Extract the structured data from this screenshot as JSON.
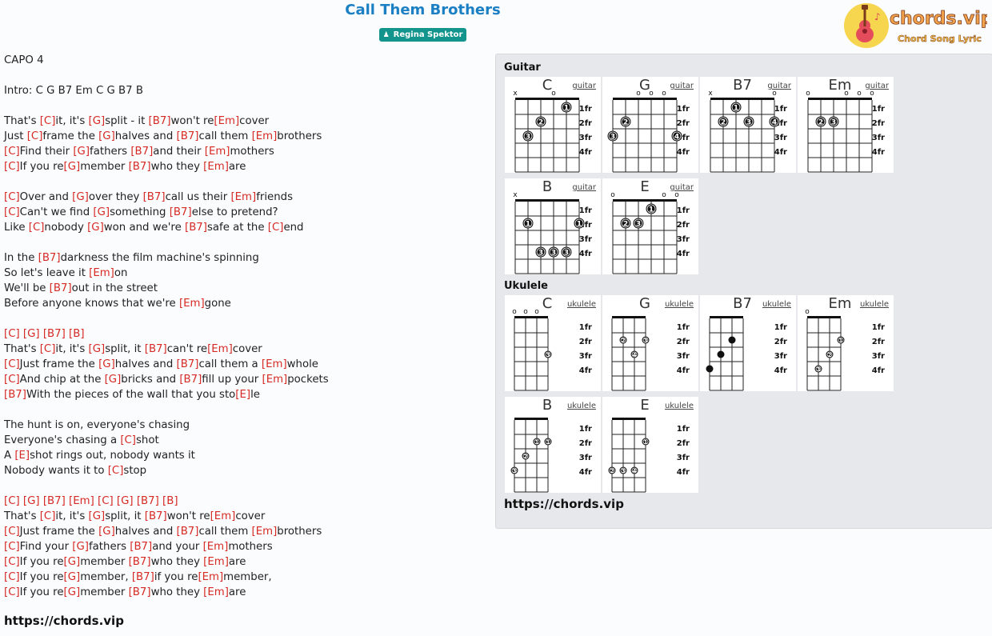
{
  "song": {
    "title": "Call Them Brothers",
    "artist": "Regina Spektor"
  },
  "logo": {
    "brand": "chords.vip",
    "tagline": "Chord Song Lyric"
  },
  "lyrics": [
    [
      {
        "t": "CAPO 4"
      }
    ],
    [],
    [
      {
        "t": "Intro: C G B7 Em C G B7 B"
      }
    ],
    [],
    [
      {
        "t": "That's "
      },
      {
        "c": "[C]"
      },
      {
        "t": "it, it's "
      },
      {
        "c": "[G]"
      },
      {
        "t": "split - it "
      },
      {
        "c": "[B7]"
      },
      {
        "t": "won't re"
      },
      {
        "c": "[Em]"
      },
      {
        "t": "cover"
      }
    ],
    [
      {
        "t": "Just "
      },
      {
        "c": "[C]"
      },
      {
        "t": "frame the "
      },
      {
        "c": "[G]"
      },
      {
        "t": "halves and "
      },
      {
        "c": "[B7]"
      },
      {
        "t": "call them "
      },
      {
        "c": "[Em]"
      },
      {
        "t": "brothers"
      }
    ],
    [
      {
        "c": "[C]"
      },
      {
        "t": "Find their "
      },
      {
        "c": "[G]"
      },
      {
        "t": "fathers "
      },
      {
        "c": "[B7]"
      },
      {
        "t": "and their "
      },
      {
        "c": "[Em]"
      },
      {
        "t": "mothers"
      }
    ],
    [
      {
        "c": "[C]"
      },
      {
        "t": "If you re"
      },
      {
        "c": "[G]"
      },
      {
        "t": "member "
      },
      {
        "c": "[B7]"
      },
      {
        "t": "who they "
      },
      {
        "c": "[Em]"
      },
      {
        "t": "are"
      }
    ],
    [],
    [
      {
        "c": "[C]"
      },
      {
        "t": "Over and "
      },
      {
        "c": "[G]"
      },
      {
        "t": "over they "
      },
      {
        "c": "[B7]"
      },
      {
        "t": "call us their "
      },
      {
        "c": "[Em]"
      },
      {
        "t": "friends"
      }
    ],
    [
      {
        "c": "[C]"
      },
      {
        "t": "Can't we find "
      },
      {
        "c": "[G]"
      },
      {
        "t": "something "
      },
      {
        "c": "[B7]"
      },
      {
        "t": "else to pretend?"
      }
    ],
    [
      {
        "t": "Like "
      },
      {
        "c": "[C]"
      },
      {
        "t": "nobody "
      },
      {
        "c": "[G]"
      },
      {
        "t": "won and we're "
      },
      {
        "c": "[B7]"
      },
      {
        "t": "safe at the "
      },
      {
        "c": "[C]"
      },
      {
        "t": "end"
      }
    ],
    [],
    [
      {
        "t": "In the "
      },
      {
        "c": "[B7]"
      },
      {
        "t": "darkness the film machine's spinning"
      }
    ],
    [
      {
        "t": "So let's leave it "
      },
      {
        "c": "[Em]"
      },
      {
        "t": "on"
      }
    ],
    [
      {
        "t": "We'll be "
      },
      {
        "c": "[B7]"
      },
      {
        "t": "out in the street"
      }
    ],
    [
      {
        "t": "Before anyone knows that we're "
      },
      {
        "c": "[Em]"
      },
      {
        "t": "gone"
      }
    ],
    [],
    [
      {
        "c": "[C]"
      },
      {
        "t": " "
      },
      {
        "c": "[G]"
      },
      {
        "t": " "
      },
      {
        "c": "[B7]"
      },
      {
        "t": " "
      },
      {
        "c": "[B]"
      }
    ],
    [
      {
        "t": "That's "
      },
      {
        "c": "[C]"
      },
      {
        "t": "it, it's "
      },
      {
        "c": "[G]"
      },
      {
        "t": "split, it "
      },
      {
        "c": "[B7]"
      },
      {
        "t": "can't re"
      },
      {
        "c": "[Em]"
      },
      {
        "t": "cover"
      }
    ],
    [
      {
        "c": "[C]"
      },
      {
        "t": "Just frame the "
      },
      {
        "c": "[G]"
      },
      {
        "t": "halves and "
      },
      {
        "c": "[B7]"
      },
      {
        "t": "call them a "
      },
      {
        "c": "[Em]"
      },
      {
        "t": "whole"
      }
    ],
    [
      {
        "c": "[C]"
      },
      {
        "t": "And chip at the "
      },
      {
        "c": "[G]"
      },
      {
        "t": "bricks and "
      },
      {
        "c": "[B7]"
      },
      {
        "t": "fill up your "
      },
      {
        "c": "[Em]"
      },
      {
        "t": "pockets"
      }
    ],
    [
      {
        "c": "[B7]"
      },
      {
        "t": "With the pieces of the wall that you sto"
      },
      {
        "c": "[E]"
      },
      {
        "t": "le"
      }
    ],
    [],
    [
      {
        "t": "The hunt is on, everyone's chasing"
      }
    ],
    [
      {
        "t": "Everyone's chasing a "
      },
      {
        "c": "[C]"
      },
      {
        "t": "shot"
      }
    ],
    [
      {
        "t": "A "
      },
      {
        "c": "[E]"
      },
      {
        "t": "shot rings out, nobody wants it"
      }
    ],
    [
      {
        "t": "Nobody wants it to "
      },
      {
        "c": "[C]"
      },
      {
        "t": "stop"
      }
    ],
    [],
    [
      {
        "c": "[C]"
      },
      {
        "t": " "
      },
      {
        "c": "[G]"
      },
      {
        "t": " "
      },
      {
        "c": "[B7]"
      },
      {
        "t": " "
      },
      {
        "c": "[Em]"
      },
      {
        "t": " "
      },
      {
        "c": "[C]"
      },
      {
        "t": " "
      },
      {
        "c": "[G]"
      },
      {
        "t": " "
      },
      {
        "c": "[B7]"
      },
      {
        "t": " "
      },
      {
        "c": "[B]"
      }
    ],
    [
      {
        "t": "That's "
      },
      {
        "c": "[C]"
      },
      {
        "t": "it, it's "
      },
      {
        "c": "[G]"
      },
      {
        "t": "split, it "
      },
      {
        "c": "[B7]"
      },
      {
        "t": "won't re"
      },
      {
        "c": "[Em]"
      },
      {
        "t": "cover"
      }
    ],
    [
      {
        "c": "[C]"
      },
      {
        "t": "Just frame the "
      },
      {
        "c": "[G]"
      },
      {
        "t": "halves and "
      },
      {
        "c": "[B7]"
      },
      {
        "t": "call them "
      },
      {
        "c": "[Em]"
      },
      {
        "t": "brothers"
      }
    ],
    [
      {
        "c": "[C]"
      },
      {
        "t": "Find your "
      },
      {
        "c": "[G]"
      },
      {
        "t": "fathers "
      },
      {
        "c": "[B7]"
      },
      {
        "t": "and your "
      },
      {
        "c": "[Em]"
      },
      {
        "t": "mothers"
      }
    ],
    [
      {
        "c": "[C]"
      },
      {
        "t": "If you re"
      },
      {
        "c": "[G]"
      },
      {
        "t": "member "
      },
      {
        "c": "[B7]"
      },
      {
        "t": "who they "
      },
      {
        "c": "[Em]"
      },
      {
        "t": "are"
      }
    ],
    [
      {
        "c": "[C]"
      },
      {
        "t": "If you re"
      },
      {
        "c": "[G]"
      },
      {
        "t": "member, "
      },
      {
        "c": "[B7]"
      },
      {
        "t": "if you re"
      },
      {
        "c": "[Em]"
      },
      {
        "t": "member,"
      }
    ],
    [
      {
        "c": "[C]"
      },
      {
        "t": "If you re"
      },
      {
        "c": "[G]"
      },
      {
        "t": "member "
      },
      {
        "c": "[B7]"
      },
      {
        "t": "who they "
      },
      {
        "c": "[Em]"
      },
      {
        "t": "are"
      }
    ]
  ],
  "footer_url": "https://chords.vip",
  "panel": {
    "guitar_label": "Guitar",
    "ukulele_label": "Ukulele",
    "url": "https://chords.vip",
    "fret_labels": [
      "1fr",
      "2fr",
      "3fr",
      "4fr"
    ],
    "guitar_chords": [
      {
        "name": "C",
        "type": "guitar",
        "open": [
          "x",
          "",
          "",
          "o",
          "",
          ""
        ],
        "dots": [
          {
            "s": 4,
            "f": 1,
            "n": "1"
          },
          {
            "s": 2,
            "f": 2,
            "n": "2"
          },
          {
            "s": 1,
            "f": 3,
            "n": "3"
          }
        ]
      },
      {
        "name": "G",
        "type": "guitar",
        "open": [
          "",
          "",
          "o",
          "o",
          "o",
          ""
        ],
        "dots": [
          {
            "s": 1,
            "f": 2,
            "n": "2"
          },
          {
            "s": 0,
            "f": 3,
            "n": "3"
          },
          {
            "s": 5,
            "f": 3,
            "n": "4"
          }
        ]
      },
      {
        "name": "B7",
        "type": "guitar",
        "open": [
          "x",
          "",
          "",
          "",
          "",
          "o"
        ],
        "dots": [
          {
            "s": 2,
            "f": 1,
            "n": "1"
          },
          {
            "s": 1,
            "f": 2,
            "n": "2"
          },
          {
            "s": 3,
            "f": 2,
            "n": "3"
          },
          {
            "s": 5,
            "f": 2,
            "n": "4"
          }
        ]
      },
      {
        "name": "Em",
        "type": "guitar",
        "open": [
          "o",
          "",
          "",
          "o",
          "o",
          "o"
        ],
        "dots": [
          {
            "s": 1,
            "f": 2,
            "n": "2"
          },
          {
            "s": 2,
            "f": 2,
            "n": "3"
          }
        ]
      },
      {
        "name": "B",
        "type": "guitar",
        "open": [
          "x",
          "",
          "",
          "",
          "",
          ""
        ],
        "dots": [
          {
            "s": 1,
            "f": 2,
            "n": "1"
          },
          {
            "s": 5,
            "f": 2,
            "n": "1"
          },
          {
            "s": 2,
            "f": 4,
            "n": "3"
          },
          {
            "s": 3,
            "f": 4,
            "n": "3"
          },
          {
            "s": 4,
            "f": 4,
            "n": "3"
          }
        ]
      },
      {
        "name": "E",
        "type": "guitar",
        "open": [
          "o",
          "",
          "",
          "",
          "o",
          "o"
        ],
        "dots": [
          {
            "s": 3,
            "f": 1,
            "n": "1"
          },
          {
            "s": 1,
            "f": 2,
            "n": "2"
          },
          {
            "s": 2,
            "f": 2,
            "n": "3"
          }
        ]
      }
    ],
    "ukulele_chords": [
      {
        "name": "C",
        "type": "ukulele",
        "open": [
          "o",
          "o",
          "o",
          ""
        ],
        "dots": [
          {
            "s": 3,
            "f": 3,
            "n": "3"
          }
        ]
      },
      {
        "name": "G",
        "type": "ukulele",
        "open": [
          "",
          "",
          "",
          ""
        ],
        "dots": [
          {
            "s": 1,
            "f": 2,
            "n": "2"
          },
          {
            "s": 3,
            "f": 2,
            "n": "3"
          },
          {
            "s": 2,
            "f": 3,
            "n": "4"
          }
        ]
      },
      {
        "name": "B7",
        "type": "ukulele",
        "open": [
          "",
          "",
          "",
          ""
        ],
        "dots": [
          {
            "s": 2,
            "f": 2,
            "n": ""
          },
          {
            "s": 1,
            "f": 3,
            "n": ""
          },
          {
            "s": 0,
            "f": 4,
            "n": ""
          }
        ]
      },
      {
        "name": "Em",
        "type": "ukulele",
        "open": [
          "o",
          "",
          "",
          ""
        ],
        "dots": [
          {
            "s": 3,
            "f": 2,
            "n": "1"
          },
          {
            "s": 2,
            "f": 3,
            "n": "2"
          },
          {
            "s": 1,
            "f": 4,
            "n": "3"
          }
        ]
      },
      {
        "name": "B",
        "type": "ukulele",
        "open": [
          "",
          "",
          "",
          ""
        ],
        "dots": [
          {
            "s": 2,
            "f": 2,
            "n": "1"
          },
          {
            "s": 3,
            "f": 2,
            "n": "1"
          },
          {
            "s": 1,
            "f": 3,
            "n": "2"
          },
          {
            "s": 0,
            "f": 4,
            "n": "3"
          }
        ]
      },
      {
        "name": "E",
        "type": "ukulele",
        "open": [
          "",
          "",
          "",
          ""
        ],
        "dots": [
          {
            "s": 3,
            "f": 2,
            "n": "1"
          },
          {
            "s": 0,
            "f": 4,
            "n": "2"
          },
          {
            "s": 1,
            "f": 4,
            "n": "3"
          },
          {
            "s": 2,
            "f": 4,
            "n": "4"
          }
        ]
      }
    ]
  }
}
